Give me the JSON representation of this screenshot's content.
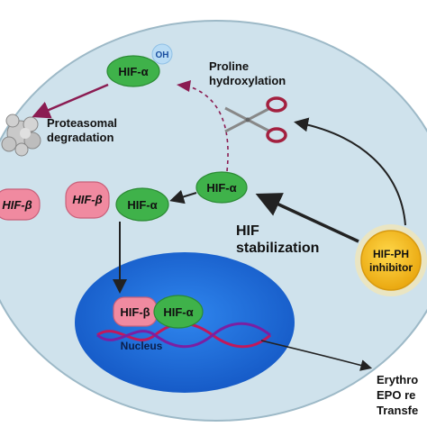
{
  "labels": {
    "hif_alpha_top": "HIF-α",
    "oh": "OH",
    "proline_line1": "Proline",
    "proline_line2": "hydroxylation",
    "proteasomal_line1": "Proteasomal",
    "proteasomal_line2": "degradation",
    "hif_alpha_mid": "HIF-α",
    "hif_beta_left": "HIF-β",
    "hif_beta_pair": "HIF-β",
    "hif_alpha_pair": "HIF-α",
    "hif_stab_line1": "HIF",
    "hif_stab_line2": "stabilization",
    "inhibitor_line1": "HIF-PH",
    "inhibitor_line2": "inhibitor",
    "nuc_hif_beta": "HIF-β",
    "nuc_hif_alpha": "HIF-α",
    "nucleus": "Nucleus",
    "out_line1": "Erythro",
    "out_line2": "EPO re",
    "out_line3": "Transfe"
  },
  "colors": {
    "cell": "#cfe2ec",
    "cell_border": "#9db9c7",
    "nucleus": "#1f6fd6",
    "hif_alpha": "#3fb24a",
    "hif_beta": "#f08aa0",
    "degradation_arrow": "#8b1c52",
    "inhibitor": "#f7c21c",
    "scissors": "#a3203f"
  }
}
